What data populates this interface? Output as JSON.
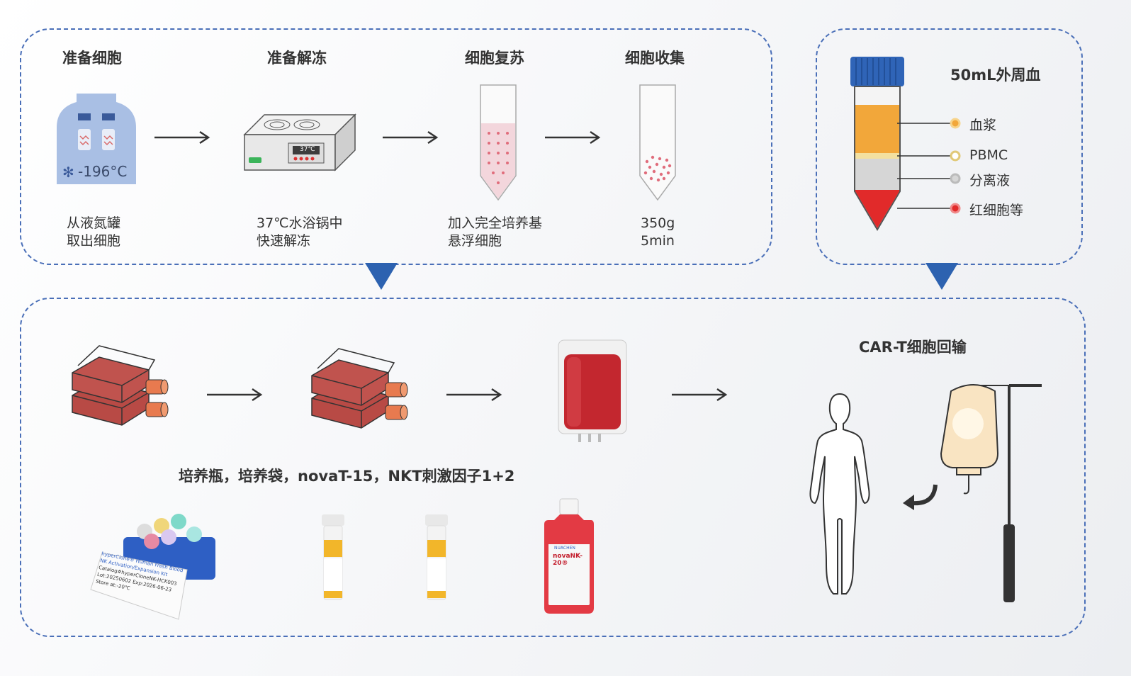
{
  "steps": [
    {
      "title": "准备细胞",
      "caption1": "从液氮罐",
      "caption2": "取出细胞",
      "badge": "-196°C"
    },
    {
      "title": "准备解冻",
      "caption1": "37℃水浴锅中",
      "caption2": "快速解冻",
      "badge": "37℃"
    },
    {
      "title": "细胞复苏",
      "caption1": "加入完全培养基",
      "caption2": "悬浮细胞"
    },
    {
      "title": "细胞收集",
      "caption1": "350g",
      "caption2": "5min"
    }
  ],
  "blood": {
    "title": "50mL外周血",
    "layers": [
      {
        "label": "血浆",
        "color": "#f2a73a"
      },
      {
        "label": "PBMC",
        "color": "#f3e0a0"
      },
      {
        "label": "分离液",
        "color": "#d6d6d6"
      },
      {
        "label": "红细胞等",
        "color": "#e12a2a"
      }
    ]
  },
  "culture": {
    "caption": "培养瓶，培养袋，novaT-15，NKT刺激因子1+2",
    "kit_text1": "hyperClone® Human Fresh Blood",
    "kit_text2": "NK Activation/Expansion Kit",
    "kit_text3": "Catalog#hyperCloneNK-HCK003",
    "kit_text4": "Lot:20250602   Exp:2026-06-23",
    "kit_text5": "Store at:-20℃",
    "bottle_brand": "NUACHEN",
    "bottle_name": "novaNK-20®"
  },
  "reinfusion": {
    "title": "CAR-T细胞回输"
  },
  "colors": {
    "accent": "#2d62b0",
    "dash": "#4a6fb8",
    "flask": "#b84a45"
  }
}
